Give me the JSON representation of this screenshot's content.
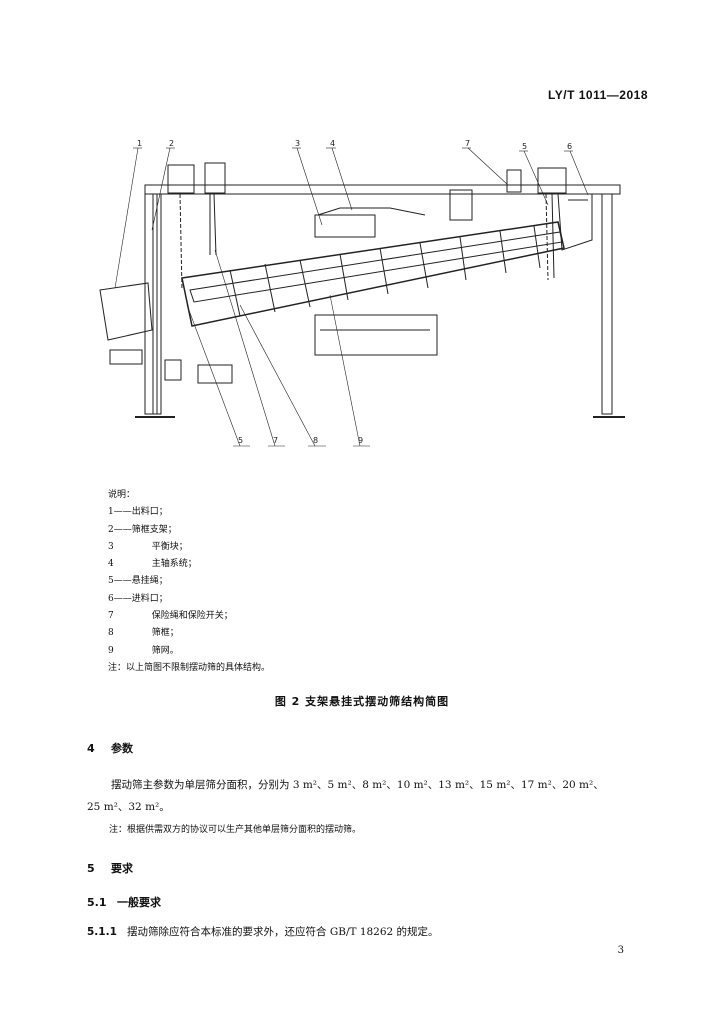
{
  "header": {
    "standard_code": "LY/T 1011—2018"
  },
  "figure": {
    "top_labels": [
      "1",
      "2",
      "3",
      "4",
      "7",
      "5",
      "6"
    ],
    "bottom_labels": [
      "5",
      "7",
      "8",
      "9"
    ]
  },
  "legend": {
    "title": "说明：",
    "items": [
      {
        "num": "1",
        "sep": "——",
        "text": "出料口；"
      },
      {
        "num": "2",
        "sep": "——",
        "text": "筛框支架；"
      },
      {
        "num": "3",
        "sep": "",
        "text": "平衡块；"
      },
      {
        "num": "4",
        "sep": "",
        "text": "主轴系统；"
      },
      {
        "num": "5",
        "sep": "——",
        "text": "悬挂绳；"
      },
      {
        "num": "6",
        "sep": "——",
        "text": "进料口；"
      },
      {
        "num": "7",
        "sep": "",
        "text": "保险绳和保险开关；"
      },
      {
        "num": "8",
        "sep": "",
        "text": "筛框；"
      },
      {
        "num": "9",
        "sep": "",
        "text": "筛网。"
      }
    ],
    "note": "注：以上简图不限制摆动筛的具体结构。"
  },
  "caption": "图 2   支架悬挂式摆动筛结构简图",
  "section4": {
    "num": "4",
    "title": "参数",
    "para_line1": "摆动筛主参数为单层筛分面积，分别为 3 m²、5 m²、8 m²、10 m²、13 m²、15 m²、17 m²、20 m²、",
    "para_line2": "25 m²、32 m²。",
    "note": "注：根据供需双方的协议可以生产其他单层筛分面积的摆动筛。"
  },
  "section5": {
    "num": "5",
    "title": "要求"
  },
  "section51": {
    "num": "5.1",
    "title": "一般要求"
  },
  "clause511": {
    "num": "5.1.1",
    "text": "摆动筛除应符合本标准的要求外，还应符合 GB/T 18262 的规定。"
  },
  "page_number": "3"
}
